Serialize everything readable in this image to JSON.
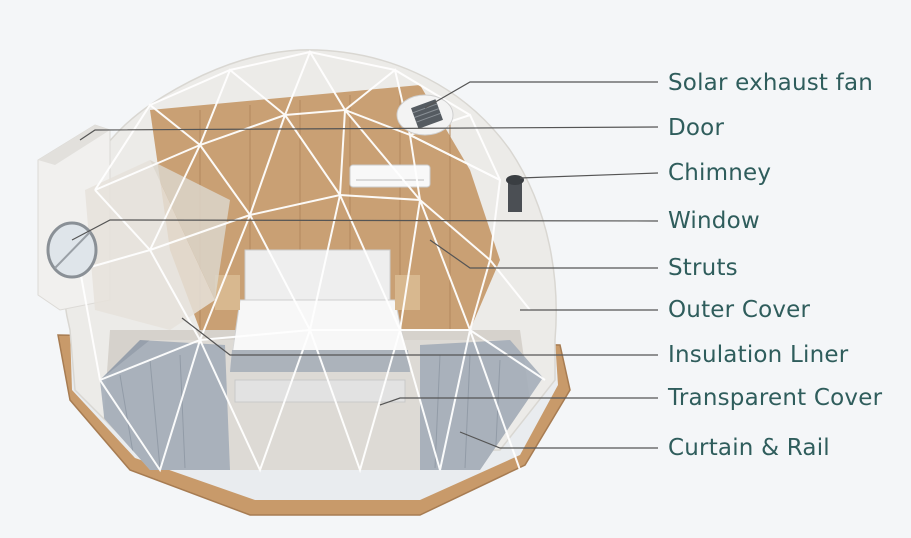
{
  "labels": {
    "solar_exhaust_fan": "Solar exhaust fan",
    "door": "Door",
    "chimney": "Chimney",
    "window": "Window",
    "struts": "Struts",
    "outer_cover": "Outer Cover",
    "insulation_liner": "Insulation Liner",
    "transparent_cover": "Transparent Cover",
    "curtain_rail": "Curtain & Rail"
  },
  "colors": {
    "label_text": "#2f5d5c",
    "leader_line": "#555555",
    "background": "#f4f6f8",
    "outer_cover": "#ecebe8",
    "floor_wood": "#c89a6a",
    "interior_wood": "#b98a5c",
    "curtain": "#8c98a6"
  }
}
